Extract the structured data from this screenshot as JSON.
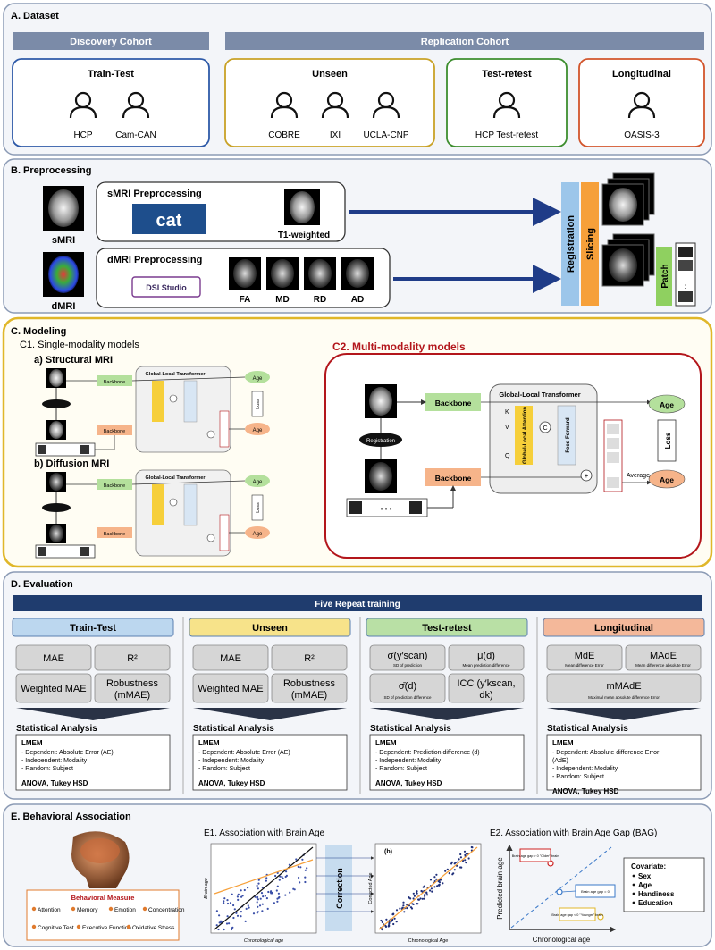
{
  "section_a": {
    "title": "A. Dataset",
    "discovery_label": "Discovery Cohort",
    "replication_label": "Replication Cohort",
    "groups": [
      {
        "title": "Train-Test",
        "datasets": [
          "HCP",
          "Cam-CAN"
        ],
        "color": "#2e5aa8"
      },
      {
        "title": "Unseen",
        "datasets": [
          "COBRE",
          "IXI",
          "UCLA-CNP"
        ],
        "color": "#c9a227"
      },
      {
        "title": "Test-retest",
        "datasets": [
          "HCP Test-retest"
        ],
        "color": "#3e8e2f"
      },
      {
        "title": "Longitudinal",
        "datasets": [
          "OASIS-3"
        ],
        "color": "#d2552c"
      }
    ]
  },
  "section_b": {
    "title": "B. Preprocessing",
    "smri_title": "sMRI Preprocessing",
    "dmri_title": "dMRI Preprocessing",
    "smri_label": "sMRI",
    "dmri_label": "dMRI",
    "cat_logo": "cat",
    "dsi_logo": "DSI Studio",
    "t1_label": "T1-weighted",
    "dmri_maps": [
      "FA",
      "MD",
      "RD",
      "AD"
    ],
    "registration": "Registration",
    "slicing": "Slicing",
    "patch": "Patch"
  },
  "section_c": {
    "title": "C. Modeling",
    "c1_title": "C1. Single-modality models",
    "c1a_title": "a) Structural MRI",
    "c1b_title": "b) Diffusion MRI",
    "c2_title": "C2. Multi-modality models",
    "backbone": "Backbone",
    "transformer": "Global-Local Transformer",
    "attention": "Global-Local Attention",
    "feed_forward": "Feed Forward",
    "age": "Age",
    "loss": "Loss",
    "average": "Average",
    "registration": "Registration",
    "k": "K",
    "v": "V",
    "q": "Q",
    "c": "C",
    "plus": "+",
    "dots": "• • •",
    "vdots": "•\n•\n•"
  },
  "section_d": {
    "title": "D. Evaluation",
    "banner": "Five Repeat training",
    "stat_title": "Statistical Analysis",
    "lmem": "LMEM",
    "anova": "ANOVA, Tukey HSD",
    "columns": [
      {
        "title": "Train-Test",
        "color": "#bcd7ef",
        "metrics": [
          "MAE",
          "R²",
          "Weighted MAE",
          "Robustness (mMAE)"
        ],
        "stats": [
          "- Dependent: Absolute Error (AE)",
          "- Independent: Modality",
          "- Random: Subject"
        ]
      },
      {
        "title": "Unseen",
        "color": "#f7e38a",
        "metrics": [
          "MAE",
          "R²",
          "Weighted MAE",
          "Robustness (mMAE)"
        ],
        "stats": [
          "- Dependent: Absolute Error (AE)",
          "- Independent: Modality",
          "- Random: Subject"
        ]
      },
      {
        "title": "Test-retest",
        "color": "#b9e0a5",
        "metrics": [
          "σ̄(y′scan)",
          "μ(d)",
          "σ̄(d)",
          "ICC (y′kscan, dk)"
        ],
        "subs": [
          "SD of prediction",
          "Mean prediction difference",
          "SD of prediction difference",
          ""
        ],
        "stats": [
          "- Dependent: Prediction difference (d)",
          "- Independent: Modality",
          "- Random: Subject"
        ]
      },
      {
        "title": "Longitudinal",
        "color": "#f4b89a",
        "metrics": [
          "MdE",
          "MAdE",
          "mMAdE"
        ],
        "subs": [
          "Mean difference Error",
          "Mean difference absolute Error",
          "Maximal mean absolute difference Error"
        ],
        "stats": [
          "- Dependent: Absolute difference Error",
          "(AdE)",
          "- Independent: Modality",
          "- Random: Subject"
        ]
      }
    ]
  },
  "section_e": {
    "title": "E. Behavioral Association",
    "behavior_title": "Behavioral Measure",
    "behaviors": [
      "Attention",
      "Memory",
      "Emotion",
      "Concentration",
      "Cognitive Test",
      "Executive Function",
      "Oxidative Stress"
    ],
    "e1_title": "E1. Association with Brain Age",
    "e2_title": "E2. Association with Brain Age Gap (BAG)",
    "correction": "Correction",
    "panel_b": "(b)",
    "x_label_left": "Chronological age",
    "y_label_left": "Brain age",
    "x_label_right": "Chronological Age",
    "y_label_right": "Corrected Age",
    "e2_x": "Chronological age",
    "e2_y": "Predicted brain age",
    "bag_old": "Brain age gap > 0 \"Older\" brain",
    "bag_zero": "Brain age gap = 0",
    "bag_young": "Brain age gap < 0 \"Younger\" brain",
    "covariate_title": "Covariate:",
    "covariates": [
      "Sex",
      "Age",
      "Handiness",
      "Education"
    ]
  }
}
